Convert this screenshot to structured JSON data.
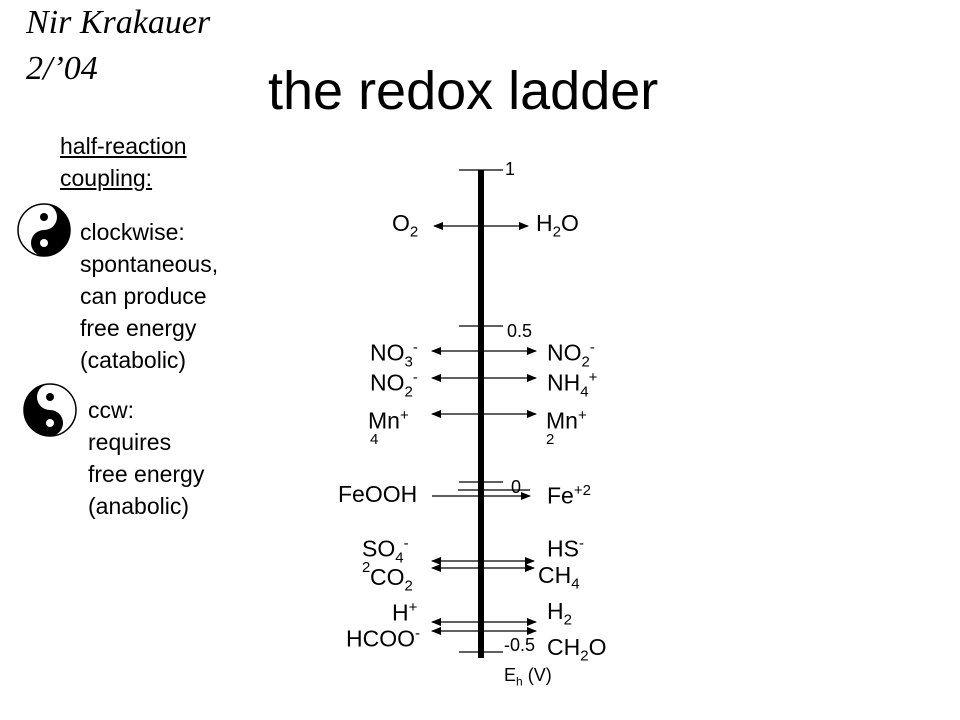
{
  "author": {
    "name": "Nir Krakauer",
    "date": "2/’04"
  },
  "title": "the redox ladder",
  "coupling": {
    "heading_line1": "half-reaction",
    "heading_line2": "coupling:",
    "clockwise": [
      "clockwise:",
      "spontaneous,",
      "can produce",
      "free energy",
      "(catabolic)"
    ],
    "ccw": [
      "ccw:",
      "requires",
      "free energy",
      "(anabolic)"
    ]
  },
  "axis": {
    "label": "E",
    "label_sub": "h",
    "label_unit": " (V)",
    "ticks": [
      "1",
      "0.5",
      "0",
      "-0.5"
    ]
  },
  "pairs": [
    {
      "ox": "O",
      "ox_sub": "2",
      "red": "H",
      "red_sub": "2",
      "red_tail": "O"
    },
    {
      "ox": "NO",
      "ox_sub": "3",
      "ox_sup": "-",
      "red": "NO",
      "red_sub": "2",
      "red_sup": "-"
    },
    {
      "ox": "NO",
      "ox_sub": "2",
      "ox_sup": "-",
      "red": "NH",
      "red_sub": "4",
      "red_sup": "+"
    },
    {
      "ox": "Mn",
      "ox_sup": "+",
      "ox_below": "4",
      "red": "Mn",
      "red_sup": "+",
      "red_below": "2"
    },
    {
      "ox": "FeOOH",
      "red": "Fe",
      "red_sup": "+2"
    },
    {
      "ox": "SO",
      "ox_sub": "4",
      "ox_sup": "-",
      "ox_below": "2",
      "red": "HS",
      "red_sup": "-"
    },
    {
      "ox": "CO",
      "ox_sub": "2",
      "red": "CH",
      "red_sub": "4"
    },
    {
      "ox": "H",
      "ox_sup": "+",
      "red": "H",
      "red_sub": "2"
    },
    {
      "ox": "HCOO",
      "ox_sup": "-",
      "red": "CH",
      "red_sub": "2",
      "red_tail": "O"
    }
  ]
}
